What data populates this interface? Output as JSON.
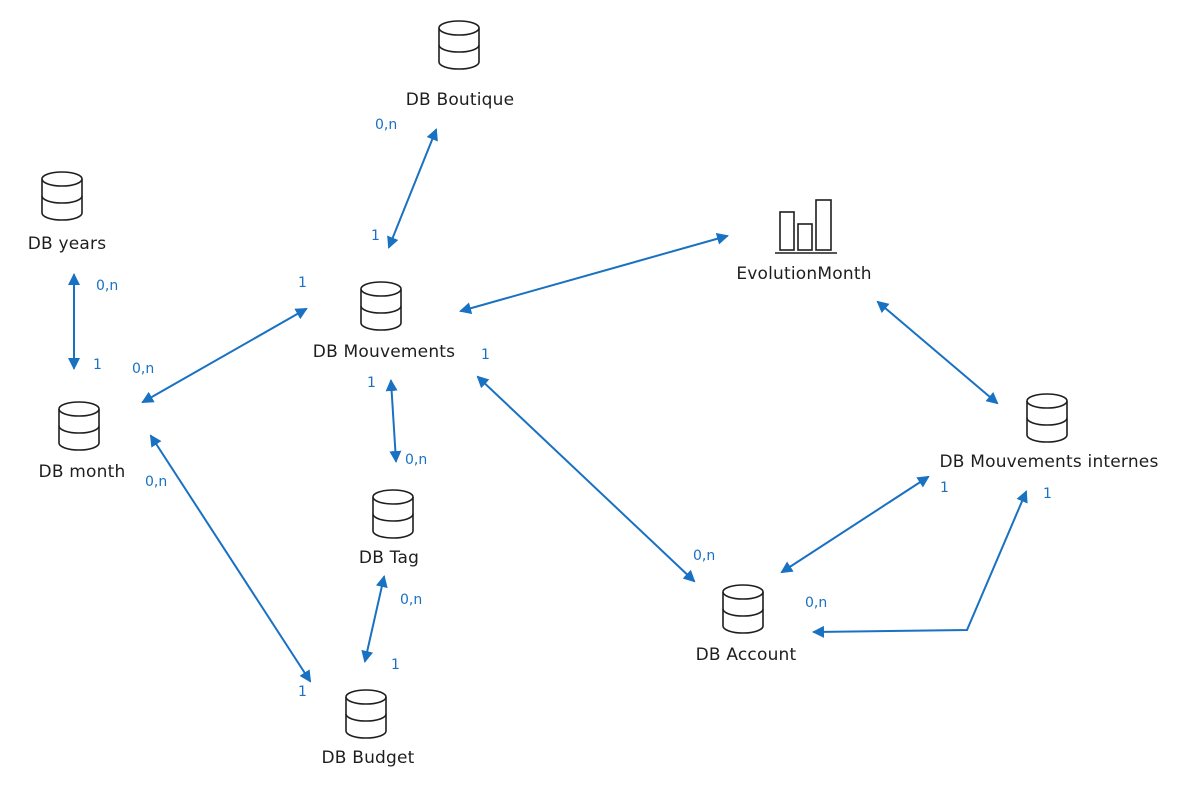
{
  "nodes": {
    "boutique": "DB Boutique",
    "years": "DB years",
    "mouvements": "DB Mouvements",
    "evolution": "EvolutionMonth",
    "month": "DB month",
    "tag": "DB Tag",
    "mouvements_internes": "DB Mouvements internes",
    "account": "DB Account",
    "budget": "DB Budget"
  },
  "cardinalities": {
    "boutique_top": "0,n",
    "boutique_mouv": "1",
    "years_bottom": "0,n",
    "month_top": "1",
    "mouv_month": "1",
    "month_mouv": "0,n",
    "mouv_right": "1",
    "mouv_tag": "1",
    "tag_top": "0,n",
    "month_budget": "0,n",
    "budget_month": "1",
    "tag_budget": "0,n",
    "budget_tag": "1",
    "account_mouv": "0,n",
    "internes_account": "1",
    "account_internes": "0,n",
    "internes_account2": "1"
  },
  "colors": {
    "stroke": "#1e1e1e",
    "edge": "#1971c2",
    "text": "#1e1e1e"
  },
  "icons": {
    "database": "database-icon",
    "chart": "bar-chart-icon"
  }
}
